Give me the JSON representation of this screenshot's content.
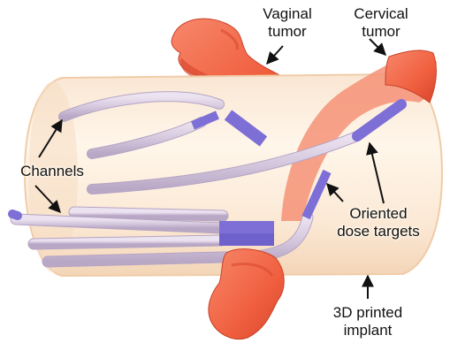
{
  "labels": {
    "vaginal_tumor": [
      "Vaginal",
      "tumor"
    ],
    "cervical_tumor": [
      "Cervical",
      "tumor"
    ],
    "channels": "Channels",
    "oriented_dose_targets": [
      "Oriented",
      "dose targets"
    ],
    "printed_implant": [
      "3D printed",
      "implant"
    ]
  },
  "colors": {
    "implant_body": "#fbe6cf",
    "implant_edge": "#f3d2b0",
    "tumor": "#f36b4f",
    "tumor_shade": "#d94a32",
    "channel": "#d9cde0",
    "channel_edge": "#b9a8c6",
    "dose_target": "#7d6fd6",
    "arrow": "#111111"
  }
}
